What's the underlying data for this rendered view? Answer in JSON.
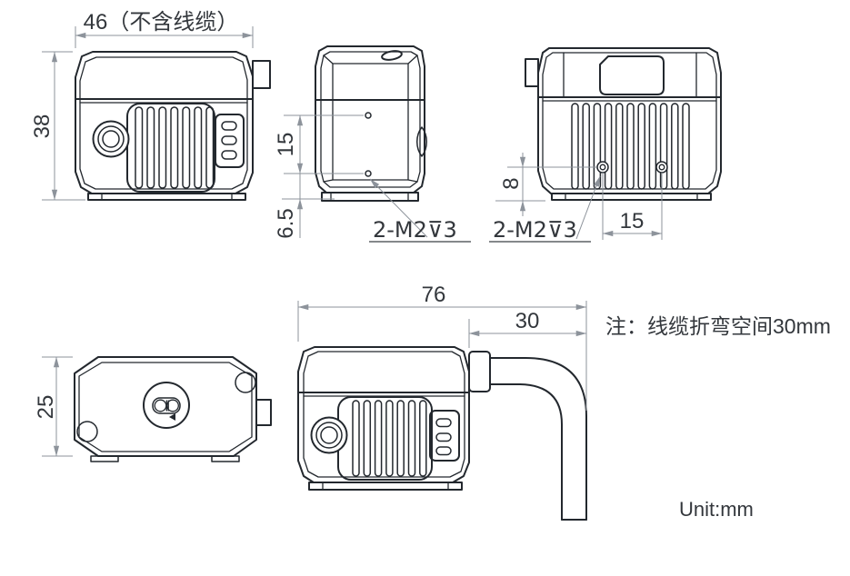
{
  "drawing": {
    "note": "注：线缆折弯空间30mm",
    "unit_label": "Unit:mm",
    "front_view": {
      "width_dim": "46（不含线缆）",
      "height_dim": "38"
    },
    "side_view": {
      "hole_spacing_dim": "15",
      "hole_bottom_offset_dim": "6.5",
      "thread_label": "2-M2⊽3"
    },
    "rear_view": {
      "hole_bottom_offset_dim": "8",
      "hole_spacing_dim": "15",
      "thread_label": "2-M2⊽3"
    },
    "top_view": {
      "depth_dim": "25"
    },
    "cable_view": {
      "overall_width_dim": "76",
      "cable_bend_dim": "30"
    },
    "colors": {
      "outline": "#23282e",
      "dimension": "#8d939b",
      "text": "#33373c",
      "background": "#ffffff"
    }
  }
}
